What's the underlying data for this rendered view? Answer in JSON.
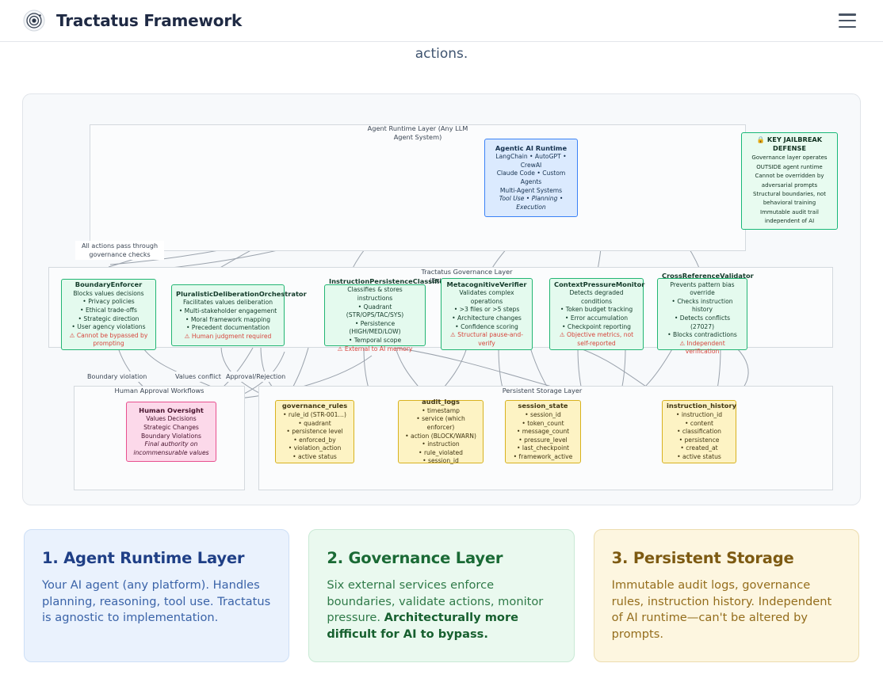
{
  "header": {
    "brand_title": "Tractatus Framework",
    "logo_icon": "target-circle-icon",
    "menu_icon": "hamburger-menu-icon"
  },
  "intro_fragment": "actions.",
  "diagram": {
    "clusters": [
      {
        "name": "agent-runtime-cluster",
        "label": "Agent Runtime Layer (Any LLM Agent System)"
      },
      {
        "name": "governance-cluster",
        "label": "Tractatus Governance Layer (External Enforcement)"
      },
      {
        "name": "human-approval-cluster",
        "label": "Human Approval Workflows"
      },
      {
        "name": "persistent-storage-cluster",
        "label": "Persistent Storage Layer"
      }
    ],
    "runtime_node": {
      "title": "Agentic AI Runtime",
      "lines": [
        {
          "text": "LangChain • AutoGPT • CrewAI",
          "italic": false
        },
        {
          "text": "Claude Code • Custom Agents",
          "italic": false
        },
        {
          "text": "Multi-Agent Systems",
          "italic": false
        },
        {
          "text": "Tool Use • Planning • Execution",
          "italic": true
        }
      ]
    },
    "key_defense": {
      "title": "🔒 KEY JAILBREAK DEFENSE",
      "lines": [
        "Governance layer operates OUTSIDE agent runtime",
        "Cannot be overridden by adversarial prompts",
        "Structural boundaries, not behavioral training",
        "Immutable audit trail independent of AI"
      ]
    },
    "governance_nodes": [
      {
        "title": "BoundaryEnforcer",
        "subtitle": "Blocks values decisions",
        "bullets": [
          "Privacy policies",
          "Ethical trade-offs",
          "Strategic direction",
          "User agency violations"
        ],
        "warning": "⚠ Cannot be bypassed by prompting"
      },
      {
        "title": "PluralisticDeliberationOrchestrator",
        "subtitle": "Facilitates values deliberation",
        "bullets": [
          "Multi-stakeholder engagement",
          "Moral framework mapping",
          "Precedent documentation"
        ],
        "warning": "⚠ Human judgment required"
      },
      {
        "title": "InstructionPersistenceClassifier",
        "subtitle": "Classifies & stores instructions",
        "bullets": [
          "Quadrant (STR/OPS/TAC/SYS)",
          "Persistence (HIGH/MED/LOW)",
          "Temporal scope"
        ],
        "warning": "⚠ External to AI memory"
      },
      {
        "title": "MetacognitiveVerifier",
        "subtitle": "Validates complex operations",
        "bullets": [
          ">3 files or >5 steps",
          "Architecture changes",
          "Confidence scoring"
        ],
        "warning": "⚠ Structural pause-and-verify"
      },
      {
        "title": "ContextPressureMonitor",
        "subtitle": "Detects degraded conditions",
        "bullets": [
          "Token budget tracking",
          "Error accumulation",
          "Checkpoint reporting"
        ],
        "warning": "⚠ Objective metrics, not self-reported"
      },
      {
        "title": "CrossReferenceValidator",
        "subtitle": "Prevents pattern bias override",
        "bullets": [
          "Checks instruction history",
          "Detects conflicts (27027)",
          "Blocks contradictions"
        ],
        "warning": "⚠ Independent verification"
      }
    ],
    "human_node": {
      "title": "Human Oversight",
      "lines": [
        {
          "text": "Values Decisions",
          "italic": false
        },
        {
          "text": "Strategic Changes",
          "italic": false
        },
        {
          "text": "Boundary Violations",
          "italic": false
        },
        {
          "text": "Final authority on incommensurable values",
          "italic": true
        }
      ]
    },
    "storage_nodes": [
      {
        "title": "governance_rules",
        "bullets": [
          "rule_id (STR-001…)",
          "quadrant",
          "persistence level",
          "enforced_by",
          "violation_action",
          "active status"
        ]
      },
      {
        "title": "audit_logs",
        "bullets": [
          "timestamp",
          "service (which enforcer)",
          "action (BLOCK/WARN)",
          "instruction",
          "rule_violated",
          "session_id"
        ]
      },
      {
        "title": "session_state",
        "bullets": [
          "session_id",
          "token_count",
          "message_count",
          "pressure_level",
          "last_checkpoint",
          "framework_active"
        ]
      },
      {
        "title": "instruction_history",
        "bullets": [
          "instruction_id",
          "content",
          "classification",
          "persistence",
          "created_at",
          "active status"
        ]
      }
    ],
    "edge_labels": [
      {
        "name": "edge-label-all-actions",
        "text": "All actions pass through governance checks"
      },
      {
        "name": "edge-label-boundary-violation",
        "text": "Boundary violation"
      },
      {
        "name": "edge-label-values-conflict",
        "text": "Values conflict"
      },
      {
        "name": "edge-label-approval-rejection",
        "text": "Approval/Rejection"
      }
    ]
  },
  "cards": [
    {
      "title": "1. Agent Runtime Layer",
      "body": "Your AI agent (any platform). Handles planning, reasoning, tool use. Tractatus is agnostic to implementation.",
      "bold_tail": "",
      "accent": "#1f3f86"
    },
    {
      "title": "2. Governance Layer",
      "body": "Six external services enforce boundaries, validate actions, monitor pressure. ",
      "bold_tail": "Architecturally more difficult for AI to bypass.",
      "accent": "#1a6a35"
    },
    {
      "title": "3. Persistent Storage",
      "body": "Immutable audit logs, governance rules, instruction history. Independent of AI runtime—can't be altered by prompts.",
      "bold_tail": "",
      "accent": "#7d5a12"
    }
  ]
}
